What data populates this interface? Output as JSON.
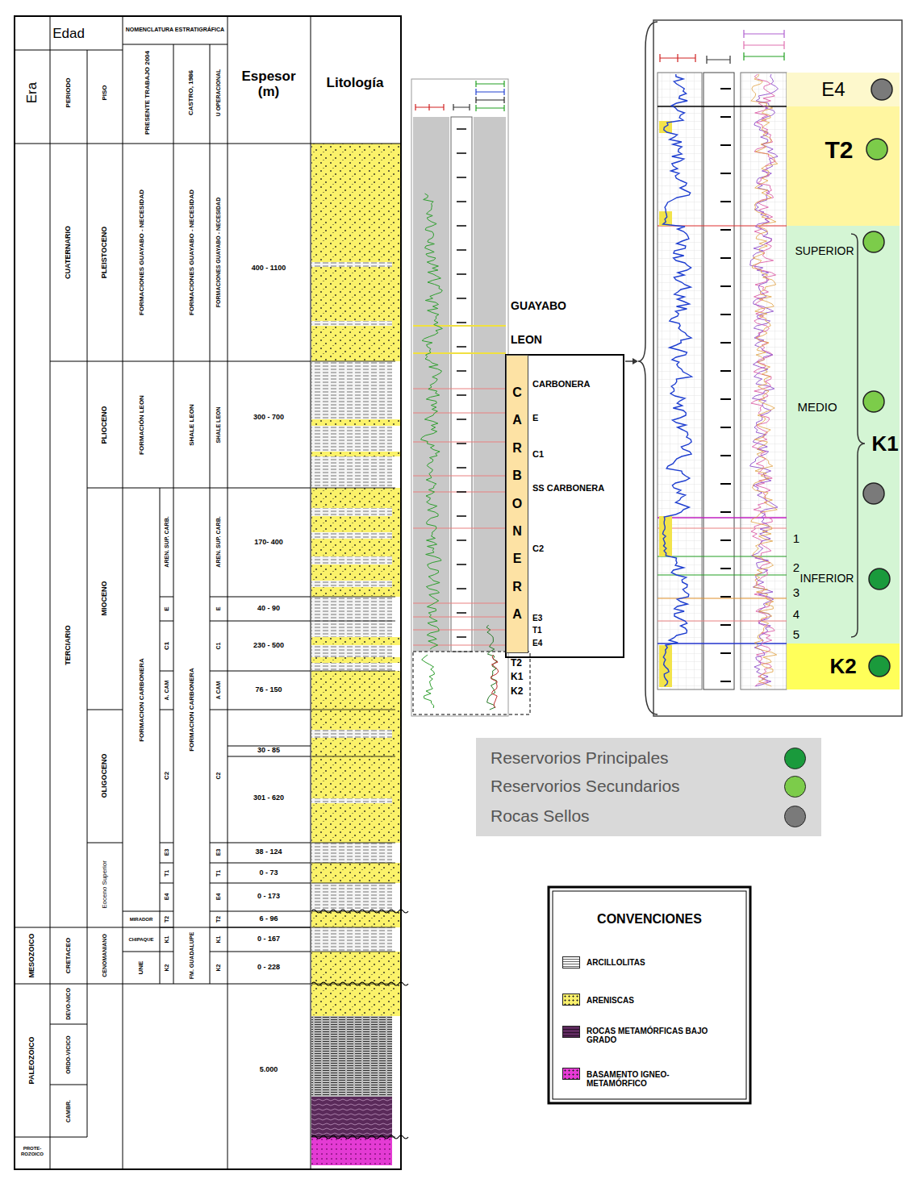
{
  "diagram": {
    "nodes": [
      {
        "text": [
          "CARBONERA"
        ]
      },
      {
        "text": [
          "E4"
        ]
      },
      {
        "text": [
          "T2"
        ]
      },
      {
        "text": [
          "SUPERIOR",
          "MEDIO",
          "INFERIOR",
          "K1"
        ]
      },
      {
        "text": [
          "K2"
        ]
      }
    ],
    "labels": [
      "Edad",
      "NOMENCLATURA ESTRATIGRÁFICA",
      "Era",
      "PERIODO",
      "PISO",
      "PRESENTE TRABAJO 2004",
      "CASTRO, 1986",
      "U OPERACIONAL",
      "Espesor (m)",
      "Litología",
      "CUATERNARIO",
      "TERCIARIO",
      "PLEISTOCENO",
      "PLIOCENO",
      "MIOCENO",
      "OLIGOCENO",
      "Eoceno Superior",
      "MESOZOICO",
      "CRETACEO",
      "CENOMANIANO",
      "PALEOZOICO",
      "DEVO-NICO",
      "ORDO-VICICO",
      "CAMBR.",
      "PROTE-ROZOICO",
      "FORMACIONES GUAYABO - NECESIDAD",
      "FORMACIÓN LEON",
      "FORMACION CARBONERA",
      "AREN. SUP. CARB.",
      "E",
      "C1",
      "A. CAM",
      "C2",
      "E3",
      "T1",
      "E4",
      "MIRADOR",
      "T2",
      "CHIPAQUE",
      "K1",
      "UNE",
      "K2",
      "FORMACIONES GUAYABO - NECESIDAD",
      "SHALE LEON",
      "FORMACION CARBONERA",
      "FM. GUADALUPE",
      "FORMACIONES GUAYABO - NECESIDAD",
      "SHALE LEON",
      "AREN. SUP. CARB.",
      "E",
      "C1",
      "A CAM",
      "C2",
      "E3",
      "T1",
      "E4",
      "T2",
      "K1",
      "K2",
      "400 - 1100",
      "300 - 700",
      "170- 400",
      "40 - 90",
      "230 - 500",
      "76 - 150",
      "30 - 85",
      "301 - 620",
      "38 - 124",
      "0 - 73",
      "0 - 173",
      "6 - 96",
      "0 - 167",
      "0 - 228",
      "5.000",
      "GUAYABO",
      "LEON",
      "CARBONERA",
      "E",
      "C1",
      "SS CARBONERA",
      "C2",
      "E3",
      "T1",
      "E4",
      "T2",
      "K1",
      "K2",
      "1",
      "2",
      "3",
      "4",
      "5",
      "CONVENCIONES"
    ],
    "legend": [
      {
        "text": "Reservorios Principales",
        "color": "#1a9a3c"
      },
      {
        "text": "Reservorios Secundarios",
        "color": "#7ccc4a"
      },
      {
        "text": "Rocas Sellos",
        "color": "#7a7a7a"
      },
      {
        "text": "ARCILLOLITAS"
      },
      {
        "text": "ARENISCAS",
        "color": "#f9f06b"
      },
      {
        "text": "ROCAS METAMÓRFICAS BAJO GRADO",
        "color": "#5e2a5e"
      },
      {
        "text": "BASAMENTO IGNEO-METAMÓRFICO",
        "color": "#e83ad6"
      }
    ]
  }
}
